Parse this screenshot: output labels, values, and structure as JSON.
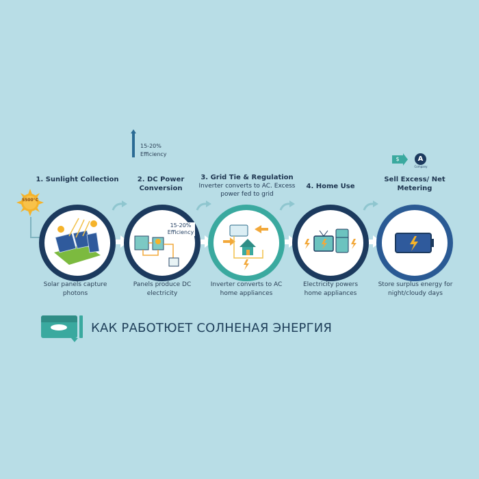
{
  "efficiency_note": {
    "value": "15-20%",
    "label": "Efficiency"
  },
  "sun_badge": "5500°C",
  "steps": [
    {
      "title": "1. Sunlight Collection",
      "description": "Solar panels capture photons"
    },
    {
      "title": "2. DC Power Conversion",
      "description": "Panels produce DC electricity",
      "inner_label": "15-20% Efficiency"
    },
    {
      "title": "3. Grid Tie & Regulation",
      "subtitle": "Inverter converts to AC. Excess power fed to grid",
      "description": "Inverter converts to AC home appliances"
    },
    {
      "title": "4. Home Use",
      "description": "Electricity powers home appliances"
    },
    {
      "title": "Sell Excess/ Net Metering",
      "description": "Store surplus energy for night/cloudy days",
      "logo_text": "Company"
    }
  ],
  "banner": {
    "title": "КАК РАБОТЮЕТ СОЛНЕНАЯ ЭНЕРГИЯ"
  },
  "colors": {
    "background": "#b8dde6",
    "navy": "#1c3a5e",
    "teal": "#3aa99f",
    "blue": "#2a5a94",
    "accent": "#f2a83a"
  }
}
